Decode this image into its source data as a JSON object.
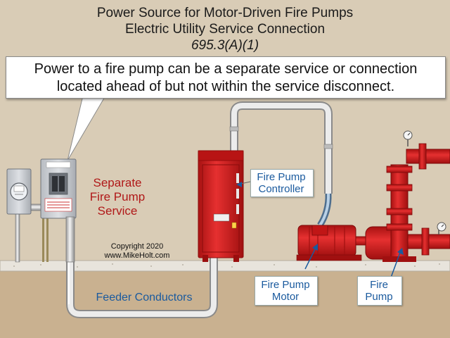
{
  "title": {
    "line1": "Power Source for Motor-Driven Fire Pumps",
    "line2": "Electric Utility Service Connection",
    "line3": "695.3(A)(1)"
  },
  "callout": {
    "line1": "Power to a fire pump can be a separate service or connection",
    "line2": "located ahead of but not within the service disconnect."
  },
  "labels": {
    "service": [
      "Separate",
      "Fire Pump",
      "Service"
    ],
    "controller": [
      "Fire Pump",
      "Controller"
    ],
    "motor": [
      "Fire Pump",
      "Motor"
    ],
    "pump": [
      "Fire",
      "Pump"
    ],
    "feeder": "Feeder Conductors",
    "copyright": [
      "Copyright 2020",
      "www.MikeHolt.com"
    ]
  },
  "colors": {
    "wall": "#d9ccb6",
    "ground": "#c9b190",
    "slab": "#e8e4dc",
    "equipment_red": "#d41c1c",
    "conduit": "#e0e0e0",
    "label_red": "#b01818",
    "label_blue": "#1a5a9e"
  }
}
